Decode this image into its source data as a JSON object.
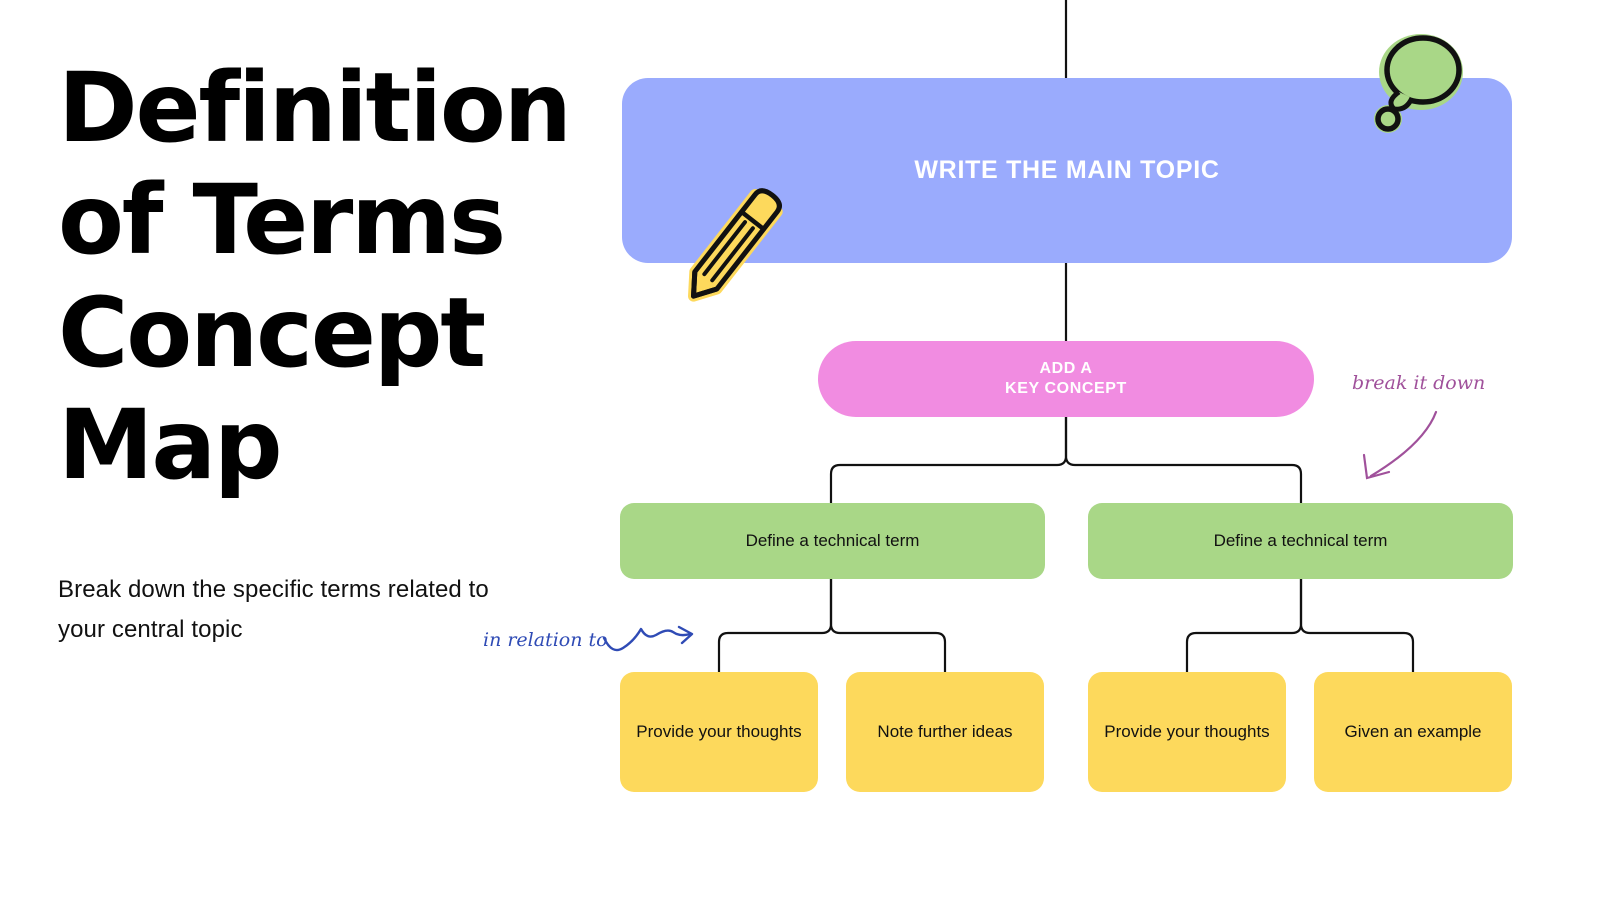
{
  "header": {
    "title": "Definition of Terms Concept Map",
    "subtitle": "Break down the specific terms related to your central topic"
  },
  "palette": {
    "background": "#ffffff",
    "main_topic": "#9aabfd",
    "key_concept": "#f18ce1",
    "technical_term": "#a9d787",
    "detail": "#fdd95c",
    "connector": "#111111",
    "annotation_purple": "#a0519b",
    "annotation_blue": "#2f4bb5",
    "doodle_pencil": "#fdd95c",
    "doodle_bubble": "#a9d787",
    "text_dark": "#111111",
    "text_light": "#ffffff"
  },
  "diagram": {
    "type": "concept-map",
    "levels": [
      {
        "name": "main-topic",
        "color": "#9aabfd",
        "count": 1
      },
      {
        "name": "key-concept",
        "color": "#f18ce1",
        "count": 1
      },
      {
        "name": "technical-term",
        "color": "#a9d787",
        "count": 2
      },
      {
        "name": "detail",
        "color": "#fdd95c",
        "count": 4
      }
    ],
    "main_topic": {
      "label": "WRITE THE MAIN TOPIC"
    },
    "key_concept": {
      "line1": "ADD A",
      "line2": "KEY CONCEPT"
    },
    "technical_terms": [
      {
        "label": "Define a technical term"
      },
      {
        "label": "Define a technical term"
      }
    ],
    "details": [
      {
        "label": "Provide your thoughts"
      },
      {
        "label": "Note further ideas"
      },
      {
        "label": "Provide your thoughts"
      },
      {
        "label": "Given an example"
      }
    ]
  },
  "annotations": [
    {
      "name": "break-it-down",
      "text": "break it down",
      "color": "#a0519b"
    },
    {
      "name": "in-relation-to",
      "text": "in relation to",
      "color": "#2f4bb5"
    }
  ],
  "doodles": [
    {
      "name": "pencil-doodle",
      "icon": "pencil-icon"
    },
    {
      "name": "thought-bubble-doodle",
      "icon": "thought-bubble-icon"
    }
  ]
}
